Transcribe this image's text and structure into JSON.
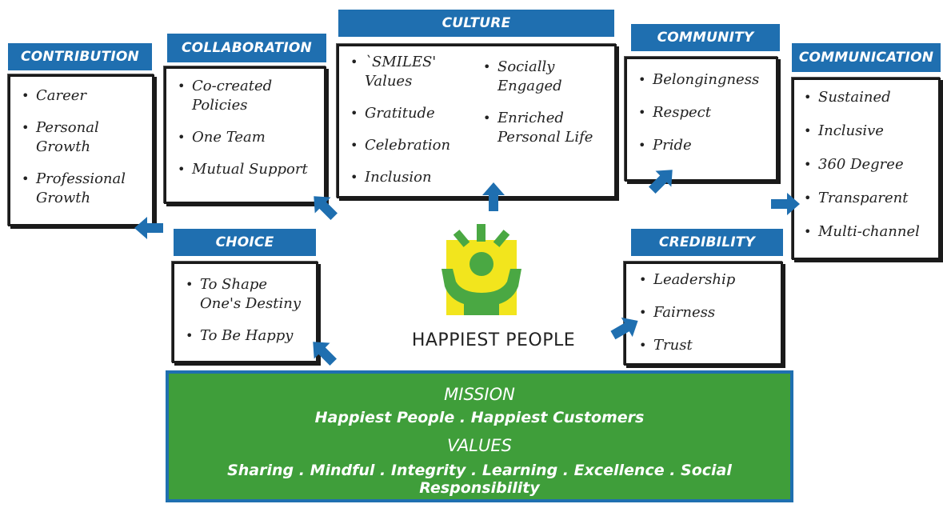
{
  "colors": {
    "header_blue": "#1f6fb0",
    "mission_green": "#3f9e3a",
    "logo_yellow": "#f2e51d",
    "logo_green": "#4aa843"
  },
  "contribution": {
    "title": "CONTRIBUTION",
    "items": [
      "Career",
      "Personal\nGrowth",
      "Professional\nGrowth"
    ]
  },
  "collaboration": {
    "title": "COLLABORATION",
    "items": [
      "Co-created\nPolicies",
      "One Team",
      "Mutual Support"
    ]
  },
  "culture": {
    "title": "CULTURE",
    "items_left": [
      "`SMILES'\nValues",
      "Gratitude",
      "Celebration",
      "Inclusion"
    ],
    "items_right": [
      "Socially\nEngaged",
      "Enriched\nPersonal Life"
    ]
  },
  "community": {
    "title": "COMMUNITY",
    "items": [
      "Belongingness",
      "Respect",
      "Pride"
    ]
  },
  "communication": {
    "title": "COMMUNICATION",
    "items": [
      "Sustained",
      "Inclusive",
      "360 Degree",
      "Transparent",
      "Multi-channel"
    ]
  },
  "choice": {
    "title": "CHOICE",
    "items": [
      "To Shape\nOne's Destiny",
      "To Be Happy"
    ]
  },
  "credibility": {
    "title": "CREDIBILITY",
    "items": [
      "Leadership",
      "Fairness",
      "Trust"
    ]
  },
  "center": {
    "label": "HAPPIEST PEOPLE",
    "logo_icon": "happy-person-icon"
  },
  "mission": {
    "mission_title": "MISSION",
    "mission_text": "Happiest People . Happiest Customers",
    "values_title": "VALUES",
    "values_text": "Sharing . Mindful . Integrity . Learning . Excellence . Social Responsibility"
  }
}
